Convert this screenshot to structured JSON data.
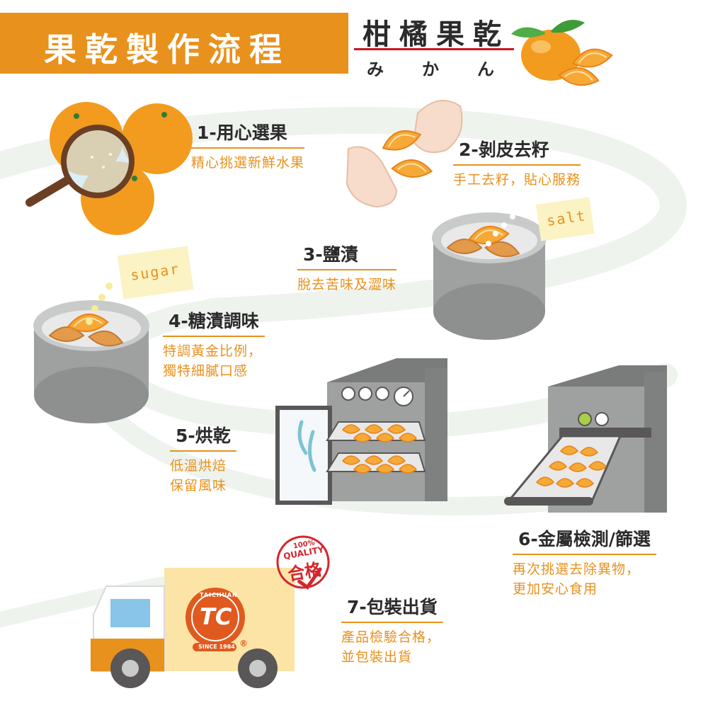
{
  "header": {
    "banner_title": "果乾製作流程",
    "product_name": "柑橘果乾",
    "product_kana": [
      "み",
      "か",
      "ん"
    ]
  },
  "steps": [
    {
      "title": "1-用心選果",
      "desc": [
        "精心挑選新鮮水果"
      ]
    },
    {
      "title": "2-剝皮去籽",
      "desc": [
        "手工去籽，貼心服務"
      ]
    },
    {
      "title": "3-鹽漬",
      "desc": [
        "脫去苦味及澀味"
      ]
    },
    {
      "title": "4-糖漬調味",
      "desc": [
        "特調黃金比例，",
        "獨特細膩口感"
      ]
    },
    {
      "title": "5-烘乾",
      "desc": [
        "低溫烘焙",
        "保留風味"
      ]
    },
    {
      "title": "6-金屬檢測/篩選",
      "desc": [
        "再次挑選去除異物，",
        "更加安心食用"
      ]
    },
    {
      "title": "7-包裝出貨",
      "desc": [
        "產品檢驗合格，",
        "並包裝出貨"
      ]
    }
  ],
  "tags": {
    "salt": "salt",
    "sugar": "sugar"
  },
  "stamp": {
    "top": "100%",
    "middle": "QUALITY",
    "main": "合格"
  },
  "logo": {
    "mark": "TC",
    "arc_text": "TAICHUAN",
    "since": "SINCE 1984",
    "registered": "®"
  },
  "colors": {
    "accent": "#e8911c",
    "rule": "#c8161d",
    "text": "#2b2b2b",
    "machine": "#9fa0a0",
    "stamp": "#d4262c"
  },
  "icons": [
    "magnifier-icon",
    "orange-icon",
    "hand-icon",
    "pot-icon",
    "dryer-oven-icon",
    "metal-detector-icon",
    "delivery-truck-icon",
    "quality-stamp-icon"
  ]
}
